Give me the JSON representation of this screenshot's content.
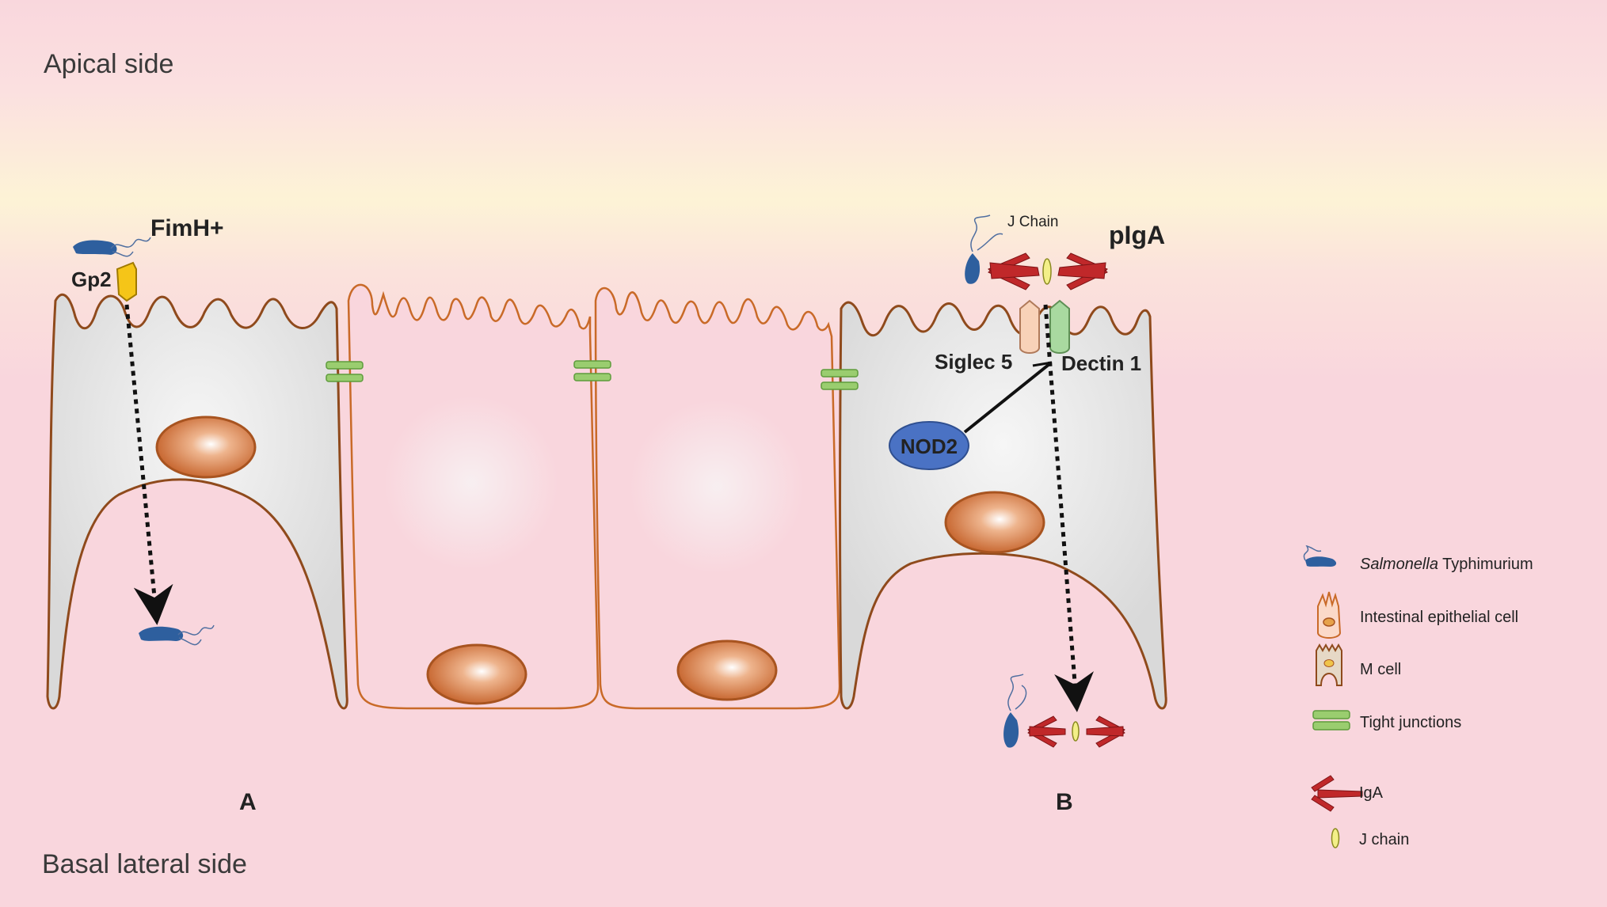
{
  "labels": {
    "apical": "Apical side",
    "basal": "Basal lateral side",
    "panel_a": "A",
    "panel_b": "B",
    "fimh": "FimH+",
    "gp2": "Gp2",
    "jchain_top": "J Chain",
    "pigA": "pIgA",
    "siglec5": "Siglec 5",
    "dectin1": "Dectin 1",
    "nod2": "NOD2"
  },
  "legend": {
    "salmonella_italic": "Salmonella",
    "salmonella_rest": " Typhimurium",
    "iec": "Intestinal epithelial cell",
    "mcell": "M cell",
    "tight": "Tight junctions",
    "iga": "IgA",
    "jchain": "J chain"
  },
  "colors": {
    "cell_outline": "#b5541e",
    "mcell_fill": "#dedede",
    "nucleus": "#d9814c",
    "tight_junction": "#9acd6f",
    "iga": "#c0282a",
    "salmonella": "#2e5f9e",
    "gp2": "#f5c518",
    "nod2": "#4a72c4",
    "siglec": "#f8d2b8",
    "dectin": "#a9d9a0"
  }
}
